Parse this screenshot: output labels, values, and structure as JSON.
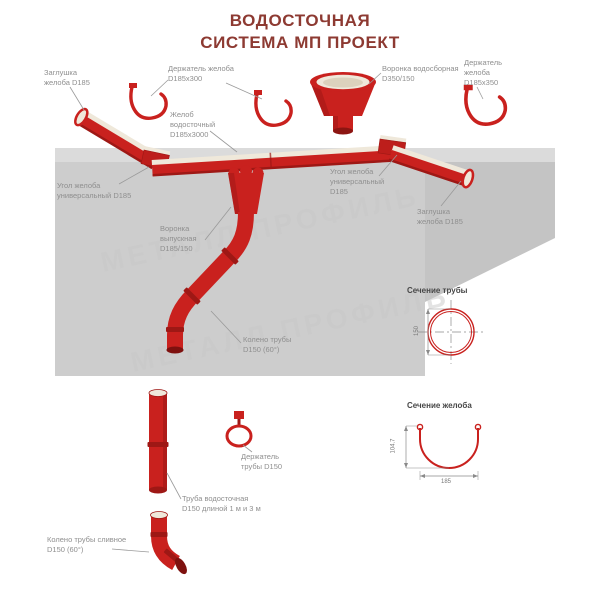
{
  "title": {
    "line1": "ВОДОСТОЧНАЯ",
    "line2": "СИСТЕМА МП ПРОЕКТ"
  },
  "watermark": "МЕТАЛЛ ПРОФИЛЬ",
  "labels": {
    "zaglushka_left": "Заглушка желоба D185",
    "derzhatel_300": "Держатель желоба D185x300",
    "voronka_vodosbornaya": "Воронка водосборная D350/150",
    "derzhatel_350": "Держатель желоба D185x350",
    "zhelob": "Желоб водосточный D185x3000",
    "ugol_left": "Угол желоба универсальный D185",
    "ugol_right": "Угол желоба универсальный D185",
    "zaglushka_right": "Заглушка желоба D185",
    "voronka_vypusknaya": "Воронка выпускная D185/150",
    "koleno_truby": "Колено трубы D150 (60°)",
    "derzhatel_truby": "Держатель трубы D150",
    "truba": "Труба водосточная D150 длиной 1 м и 3 м",
    "koleno_slivnoe": "Колено трубы сливное D150 (60°)"
  },
  "sections": {
    "pipe": {
      "heading": "Сечение трубы",
      "dim": "150"
    },
    "gutter": {
      "heading": "Сечение желоба",
      "dim_height": "104.7",
      "dim_width": "185"
    }
  },
  "colors": {
    "red": "#C9211E",
    "dark_red": "#9E1815",
    "cream": "#EFE8DA",
    "wall_gray": "#CDCDCD",
    "title_color": "#8D3A32",
    "label_gray": "#8F8F8F"
  }
}
